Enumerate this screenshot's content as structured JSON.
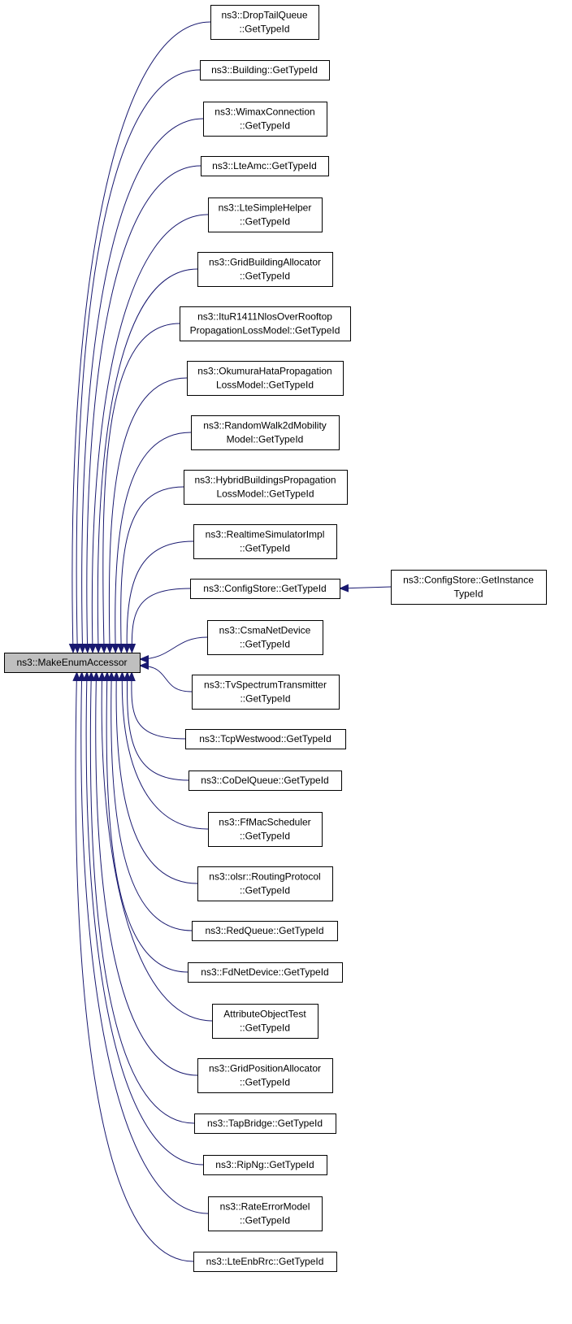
{
  "diagram": {
    "colors": {
      "box_stroke": "#000000",
      "box_fill": "#ffffff",
      "root_fill": "#bfbfbf",
      "edge": "#191970",
      "text": "#000000"
    },
    "root": {
      "id": "root",
      "lines": [
        "ns3::MakeEnumAccessor"
      ]
    },
    "nodes": [
      {
        "id": "n1",
        "lines": [
          "ns3::DropTailQueue",
          "::GetTypeId"
        ]
      },
      {
        "id": "n2",
        "lines": [
          "ns3::Building::GetTypeId"
        ]
      },
      {
        "id": "n3",
        "lines": [
          "ns3::WimaxConnection",
          "::GetTypeId"
        ]
      },
      {
        "id": "n4",
        "lines": [
          "ns3::LteAmc::GetTypeId"
        ]
      },
      {
        "id": "n5",
        "lines": [
          "ns3::LteSimpleHelper",
          "::GetTypeId"
        ]
      },
      {
        "id": "n6",
        "lines": [
          "ns3::GridBuildingAllocator",
          "::GetTypeId"
        ]
      },
      {
        "id": "n7",
        "lines": [
          "ns3::ItuR1411NlosOverRooftop",
          "PropagationLossModel::GetTypeId"
        ]
      },
      {
        "id": "n8",
        "lines": [
          "ns3::OkumuraHataPropagation",
          "LossModel::GetTypeId"
        ]
      },
      {
        "id": "n9",
        "lines": [
          "ns3::RandomWalk2dMobility",
          "Model::GetTypeId"
        ]
      },
      {
        "id": "n10",
        "lines": [
          "ns3::HybridBuildingsPropagation",
          "LossModel::GetTypeId"
        ]
      },
      {
        "id": "n11",
        "lines": [
          "ns3::RealtimeSimulatorImpl",
          "::GetTypeId"
        ]
      },
      {
        "id": "n12",
        "lines": [
          "ns3::ConfigStore::GetTypeId"
        ]
      },
      {
        "id": "n13",
        "lines": [
          "ns3::CsmaNetDevice",
          "::GetTypeId"
        ]
      },
      {
        "id": "n14",
        "lines": [
          "ns3::TvSpectrumTransmitter",
          "::GetTypeId"
        ]
      },
      {
        "id": "n15",
        "lines": [
          "ns3::TcpWestwood::GetTypeId"
        ]
      },
      {
        "id": "n16",
        "lines": [
          "ns3::CoDelQueue::GetTypeId"
        ]
      },
      {
        "id": "n17",
        "lines": [
          "ns3::FfMacScheduler",
          "::GetTypeId"
        ]
      },
      {
        "id": "n18",
        "lines": [
          "ns3::olsr::RoutingProtocol",
          "::GetTypeId"
        ]
      },
      {
        "id": "n19",
        "lines": [
          "ns3::RedQueue::GetTypeId"
        ]
      },
      {
        "id": "n20",
        "lines": [
          "ns3::FdNetDevice::GetTypeId"
        ]
      },
      {
        "id": "n21",
        "lines": [
          "AttributeObjectTest",
          "::GetTypeId"
        ]
      },
      {
        "id": "n22",
        "lines": [
          "ns3::GridPositionAllocator",
          "::GetTypeId"
        ]
      },
      {
        "id": "n23",
        "lines": [
          "ns3::TapBridge::GetTypeId"
        ]
      },
      {
        "id": "n24",
        "lines": [
          "ns3::RipNg::GetTypeId"
        ]
      },
      {
        "id": "n25",
        "lines": [
          "ns3::RateErrorModel",
          "::GetTypeId"
        ]
      },
      {
        "id": "n26",
        "lines": [
          "ns3::LteEnbRrc::GetTypeId"
        ]
      },
      {
        "id": "n27",
        "lines": [
          "ns3::ConfigStore::GetInstance",
          "TypeId"
        ]
      }
    ],
    "edges": [
      {
        "from": "n1",
        "to": "root"
      },
      {
        "from": "n2",
        "to": "root"
      },
      {
        "from": "n3",
        "to": "root"
      },
      {
        "from": "n4",
        "to": "root"
      },
      {
        "from": "n5",
        "to": "root"
      },
      {
        "from": "n6",
        "to": "root"
      },
      {
        "from": "n7",
        "to": "root"
      },
      {
        "from": "n8",
        "to": "root"
      },
      {
        "from": "n9",
        "to": "root"
      },
      {
        "from": "n10",
        "to": "root"
      },
      {
        "from": "n11",
        "to": "root"
      },
      {
        "from": "n12",
        "to": "root"
      },
      {
        "from": "n13",
        "to": "root"
      },
      {
        "from": "n14",
        "to": "root"
      },
      {
        "from": "n15",
        "to": "root"
      },
      {
        "from": "n16",
        "to": "root"
      },
      {
        "from": "n17",
        "to": "root"
      },
      {
        "from": "n18",
        "to": "root"
      },
      {
        "from": "n19",
        "to": "root"
      },
      {
        "from": "n20",
        "to": "root"
      },
      {
        "from": "n21",
        "to": "root"
      },
      {
        "from": "n22",
        "to": "root"
      },
      {
        "from": "n23",
        "to": "root"
      },
      {
        "from": "n24",
        "to": "root"
      },
      {
        "from": "n25",
        "to": "root"
      },
      {
        "from": "n26",
        "to": "root"
      },
      {
        "from": "n27",
        "to": "n12"
      }
    ]
  }
}
